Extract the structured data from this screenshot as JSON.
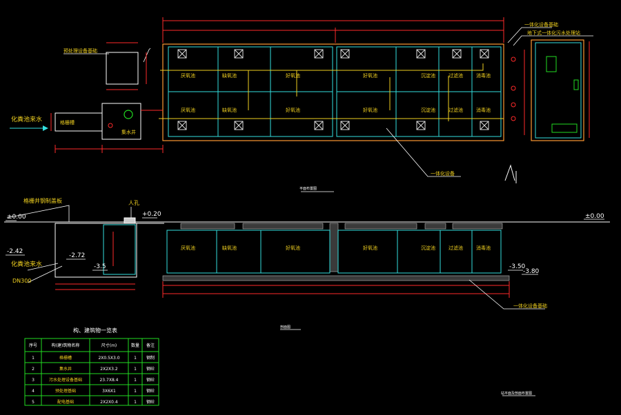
{
  "colors": {
    "background": "#000000",
    "red": "#ff2a2a",
    "cyan": "#33e0e0",
    "yellow": "#f0d020",
    "white": "#ffffff",
    "green": "#22dd22",
    "orange": "#ff9933",
    "gray": "#aaaaaa"
  },
  "plan": {
    "equipment_label": "一体化设备基础",
    "callout_top": "地下式一体化污水处理站",
    "callout_mid": "一体化设备",
    "pretreat_label": "预处理设备基础",
    "inlet_label": "化粪池来水",
    "grate_label": "格栅槽",
    "well_label": "集水井",
    "tank_labels_top": [
      "厌氧池",
      "缺氧池",
      "好氧池",
      "好氧池",
      "沉淀池",
      "过滤池",
      "消毒池"
    ],
    "tank_labels_bottom": [
      "厌氧池",
      "缺氧池",
      "好氧池",
      "好氧池",
      "沉淀池",
      "过滤池",
      "消毒池"
    ],
    "plan_title": "平面布置图"
  },
  "section": {
    "ground_left": "±0.00",
    "ground_right": "±0.00",
    "level_top": "+0.20",
    "level_a": "-2.42",
    "level_b": "-2.72",
    "level_c": "-3.5",
    "level_d": "-3.50",
    "level_e": "-3.80",
    "cover_label": "格栅井钢制盖板",
    "manhole_label": "人孔",
    "inlet_label": "化粪池来水",
    "pipe_label": "DN300",
    "foundation_label": "一体化设备基础",
    "tank_labels": [
      "厌氧池",
      "缺氧池",
      "好氧池",
      "好氧池",
      "沉淀池",
      "过滤池",
      "消毒池"
    ],
    "section_title": "剖面图"
  },
  "table": {
    "title": "构、建筑物一览表",
    "headers": [
      "序号",
      "构(建)筑物名称",
      "尺寸(m)",
      "数量",
      "备注"
    ],
    "rows": [
      [
        "1",
        "格栅槽",
        "2X0.5X3.0",
        "1",
        "钢制"
      ],
      [
        "2",
        "集水井",
        "2X2X3.2",
        "1",
        "钢砼"
      ],
      [
        "3",
        "污水处理设备基础",
        "23.7X8.4",
        "1",
        "钢砼"
      ],
      [
        "4",
        "预处理基础",
        "3X6X1",
        "1",
        "钢砼"
      ],
      [
        "5",
        "配电基础",
        "2X2X0.4",
        "1",
        "钢砼"
      ]
    ]
  },
  "footer_title": "站平面及剖面布置图"
}
